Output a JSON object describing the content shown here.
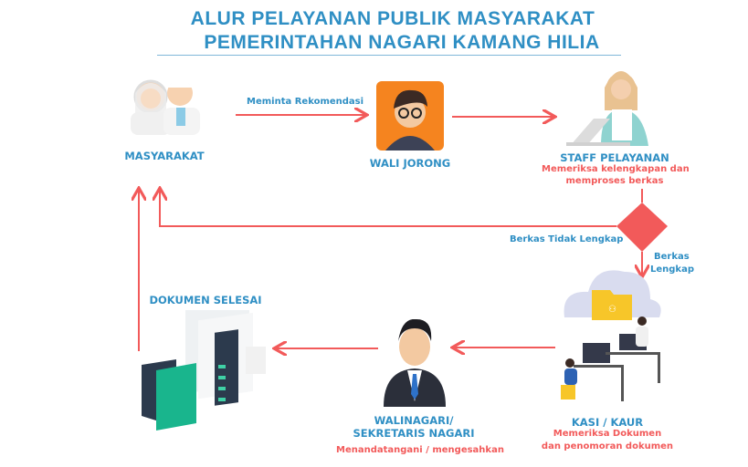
{
  "title": {
    "line1": "ALUR PELAYANAN PUBLIK MASYARAKAT",
    "line2": "PEMERINTAHAN NAGARI KAMANG HILIA"
  },
  "colors": {
    "blue": "#2f8fc4",
    "red": "#f25a5a"
  },
  "nodes": {
    "masyarakat": {
      "label": "MASYARAKAT"
    },
    "wali_jorong": {
      "label": "WALI JORONG"
    },
    "staff": {
      "label": "STAFF PELAYANAN",
      "desc1": "Memeriksa kelengkapan dan",
      "desc2": "memproses berkas"
    },
    "kasi": {
      "label": "KASI / KAUR",
      "desc1": "Memeriksa Dokumen",
      "desc2": "dan penomoran dokumen"
    },
    "walinagari": {
      "label1": "WALINAGARI/",
      "label2": "SEKRETARIS NAGARI",
      "desc": "Menandatangani / mengesahkan"
    },
    "dokumen": {
      "label": "DOKUMEN SELESAI"
    }
  },
  "edges": {
    "request": "Meminta Rekomendasi",
    "incomplete": "Berkas Tidak Lengkap",
    "complete1": "Berkas",
    "complete2": "Lengkap"
  }
}
